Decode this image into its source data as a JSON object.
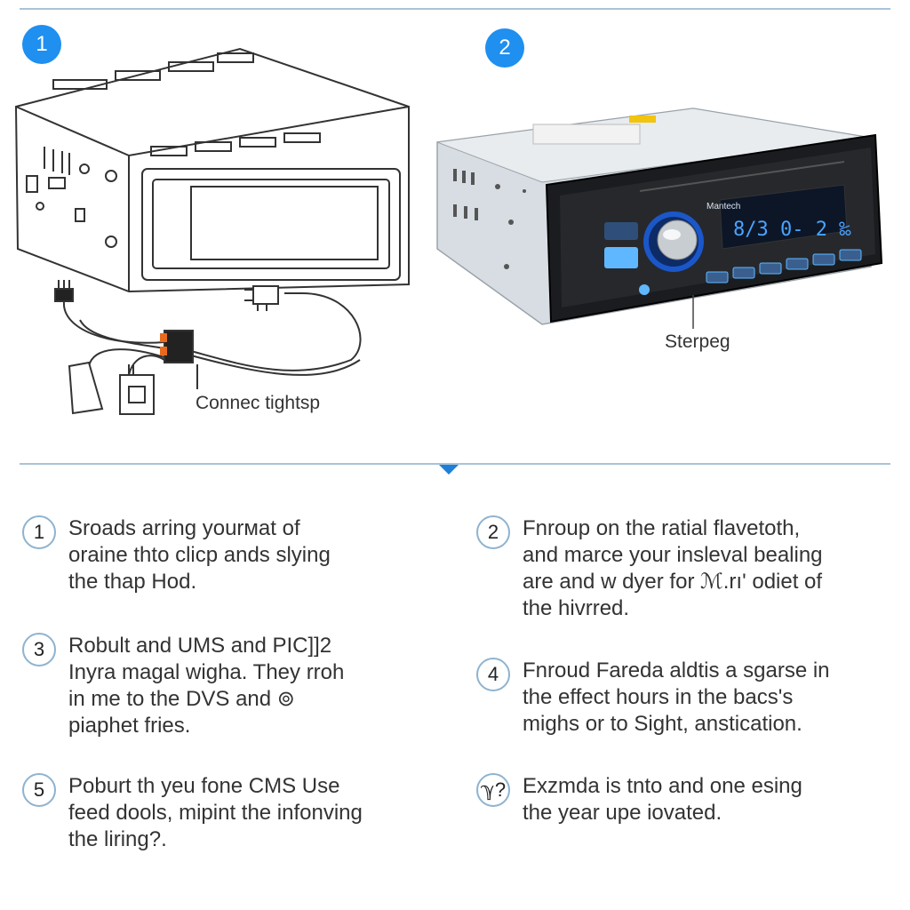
{
  "panels": [
    {
      "badge": "1",
      "callout": "Connec tightsp"
    },
    {
      "badge": "2",
      "callout": "Sterpeg",
      "brand_label": "Mantech",
      "display_text": "8/3 0- 2 ‰"
    }
  ],
  "steps": [
    {
      "number": "1",
      "text": "Sroads arring yourмat of\noraine thto clicp ands slying\nthe thap Hod."
    },
    {
      "number": "2",
      "text": "Fnroup on the ratial flavetoth,\nand marce your insleval bealing\nare and w dyer for ℳ.rı' odiet of\nthe hivrred."
    },
    {
      "number": "3",
      "text": "Robult and UMS and PIC]]2\nInyra magal wigha. They rroh\nin me to the DVS and ⊚\npiaphet fries."
    },
    {
      "number": "4",
      "text": "Fnroud Fareda aldtis a sgarse in\nthe effect hours in the bacs's\nmighs or to Sight, anstication."
    },
    {
      "number": "5",
      "text": "Poburt th yeu fone CMS Use\nfeed dools, mipint the infonving\nthe liring?."
    },
    {
      "number": "ℽ?",
      "text": "Exzmda is tnto and one esing\nthe year upe iovated."
    }
  ],
  "colors": {
    "accent": "#1f8ff0",
    "rule": "#a9c3d9"
  }
}
